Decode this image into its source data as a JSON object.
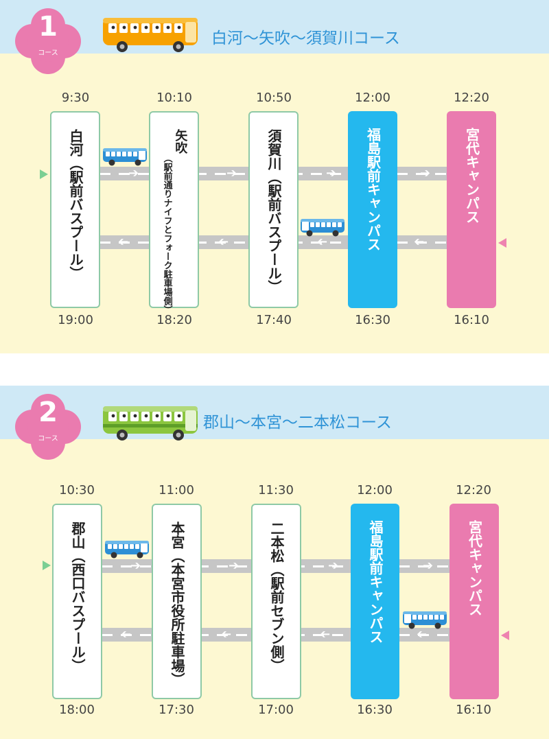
{
  "courses": [
    {
      "badge_number": "1",
      "badge_label": "コース",
      "title": "白河〜矢吹〜須賀川コース",
      "bus_color": "#f7a100",
      "stops": [
        {
          "name": "白河",
          "sub": "（駅前バスプール）",
          "depart": "9:30",
          "return": "19:00",
          "type": "origin"
        },
        {
          "name": "矢吹",
          "sub": "（駅前通りナイフとフォーク駐車場側）",
          "depart": "10:10",
          "return": "18:20",
          "type": "stop"
        },
        {
          "name": "須賀川",
          "sub": "（駅前バスプール）",
          "depart": "10:50",
          "return": "17:40",
          "type": "stop"
        },
        {
          "name": "福島駅前キャンパス",
          "sub": "",
          "depart": "12:00",
          "return": "16:30",
          "type": "campus-blue"
        },
        {
          "name": "宮代キャンパス",
          "sub": "",
          "depart": "12:20",
          "return": "16:10",
          "type": "campus-pink"
        }
      ]
    },
    {
      "badge_number": "2",
      "badge_label": "コース",
      "title": "郡山〜本宮〜二本松コース",
      "bus_color": "#8cc63f",
      "stops": [
        {
          "name": "郡山",
          "sub": "（西口バスプール）",
          "depart": "10:30",
          "return": "18:00",
          "type": "origin"
        },
        {
          "name": "本宮",
          "sub": "（本宮市役所駐車場）",
          "depart": "11:00",
          "return": "17:30",
          "type": "stop"
        },
        {
          "name": "二本松",
          "sub": "（駅前セブン側）",
          "depart": "11:30",
          "return": "17:00",
          "type": "stop"
        },
        {
          "name": "福島駅前キャンパス",
          "sub": "",
          "depart": "12:00",
          "return": "16:30",
          "type": "campus-blue"
        },
        {
          "name": "宮代キャンパス",
          "sub": "",
          "depart": "12:20",
          "return": "16:10",
          "type": "campus-pink"
        }
      ]
    }
  ],
  "colors": {
    "header_band": "#cfe9f6",
    "panel": "#fdf8d2",
    "badge": "#ea7baf",
    "campus_blue": "#24b8ee",
    "campus_pink": "#ea7baf",
    "stop_border": "#8ec9a6",
    "road": "#c6c6c6",
    "title_text": "#2f93d6"
  }
}
